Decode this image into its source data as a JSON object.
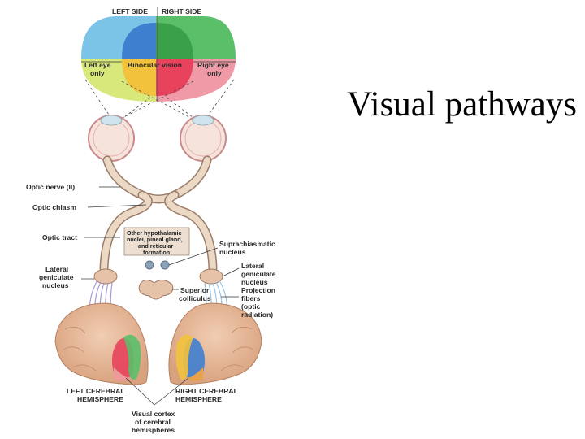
{
  "slide": {
    "title": "Visual pathways"
  },
  "diagram": {
    "side_labels": {
      "left": "LEFT SIDE",
      "right": "RIGHT SIDE"
    },
    "field_labels": {
      "left_eye_only": [
        "Left eye",
        "only"
      ],
      "binocular": "Binocular vision",
      "right_eye_only": [
        "Right eye",
        "only"
      ]
    },
    "labels": {
      "optic_nerve": "Optic nerve (II)",
      "optic_chiasm": "Optic chiasm",
      "optic_tract": "Optic tract",
      "other_nuclei": [
        "Other hypothalamic",
        "nuclei, pineal gland,",
        "and reticular",
        "formation"
      ],
      "suprachiasmatic": [
        "Suprachiasmatic",
        "nucleus"
      ],
      "lateral_geniculate_left": [
        "Lateral",
        "geniculate",
        "nucleus"
      ],
      "lateral_geniculate_right": [
        "Lateral",
        "geniculate",
        "nucleus"
      ],
      "superior_colliculus": [
        "Superior",
        "colliculus"
      ],
      "projection_fibers": [
        "Projection",
        "fibers",
        "(optic",
        "radiation)"
      ],
      "left_hemisphere": [
        "LEFT CEREBRAL",
        "HEMISPHERE"
      ],
      "right_hemisphere": [
        "RIGHT CEREBRAL",
        "HEMISPHERE"
      ],
      "visual_cortex": [
        "Visual cortex",
        "of cerebral",
        "hemispheres"
      ]
    },
    "colors": {
      "left_eye_field": "#7cc3e8",
      "right_eye_field": "#5bbf6a",
      "left_binocular": "#3f7fd0",
      "right_binocular": "#e8425c",
      "lower_left": "#f2d84a",
      "lower_right": "#ef9a9a",
      "nerve": "#e8d4c0",
      "nerve_outline": "#9a7b68",
      "brain": "#e4b89a",
      "radiation_left": "#a79ad4",
      "radiation_right": "#9cc4e4"
    }
  }
}
